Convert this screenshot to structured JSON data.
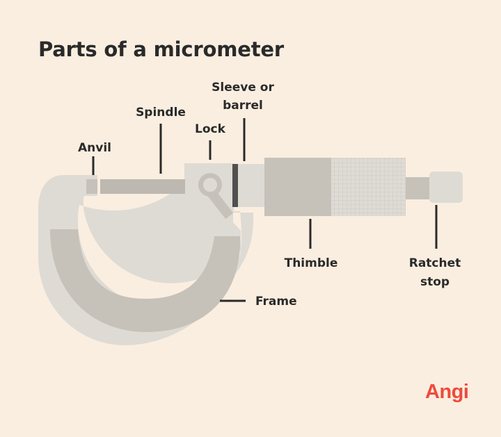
{
  "title": "Parts of a micrometer",
  "labels": {
    "anvil": "Anvil",
    "spindle": "Spindle",
    "lock": "Lock",
    "sleeve_line1": "Sleeve or",
    "sleeve_line2": "barrel",
    "thimble": "Thimble",
    "ratchet_line1": "Ratchet",
    "ratchet_line2": "stop",
    "frame": "Frame"
  },
  "brand": {
    "logo_text": "Angi"
  },
  "colors": {
    "background": "#faeee0",
    "frame_outer": "#dedbd4",
    "frame_inner": "#c6c2ba",
    "parts": "#bdb9b1",
    "leader_lines": "#2a2a2a",
    "brand": "#ef4a3c"
  }
}
